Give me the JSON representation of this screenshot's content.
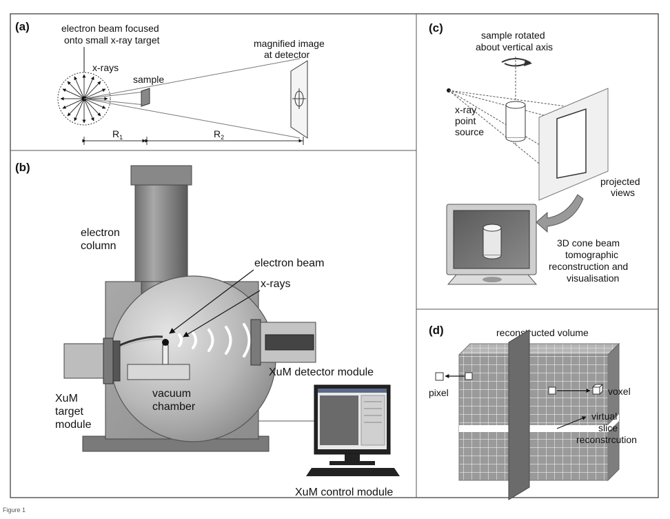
{
  "panels": {
    "a": {
      "label": "(a)",
      "beam_l1": "electron beam focused",
      "beam_l2": "onto small x-ray target",
      "xrays": "x-rays",
      "sample": "sample",
      "mag_l1": "magnified image",
      "mag_l2": "at detector",
      "r1": "R",
      "r1_sub": "1",
      "r2": "R",
      "r2_sub": "2"
    },
    "b": {
      "label": "(b)",
      "column_l1": "electron",
      "column_l2": "column",
      "ebeam": "electron beam",
      "xrays": "x-rays",
      "detector": "XuM detector module",
      "target_l1": "XuM",
      "target_l2": "target",
      "target_l3": "module",
      "chamber_l1": "vacuum",
      "chamber_l2": "chamber",
      "control": "XuM control module"
    },
    "c": {
      "label": "(c)",
      "rot_l1": "sample rotated",
      "rot_l2": "about vertical axis",
      "src_l1": "x-ray",
      "src_l2": "point",
      "src_l3": "source",
      "proj_l1": "projected",
      "proj_l2": "views",
      "recon_l1": "3D cone beam",
      "recon_l2": "tomographic",
      "recon_l3": "reconstruction and",
      "recon_l4": "visualisation"
    },
    "d": {
      "label": "(d)",
      "volume": "reconstructed volume",
      "pixel": "pixel",
      "voxel": "voxel",
      "slice_l1": "virtual",
      "slice_l2": "slice",
      "slice_l3": "reconstrcution"
    }
  },
  "corner_text": "Figure 1"
}
